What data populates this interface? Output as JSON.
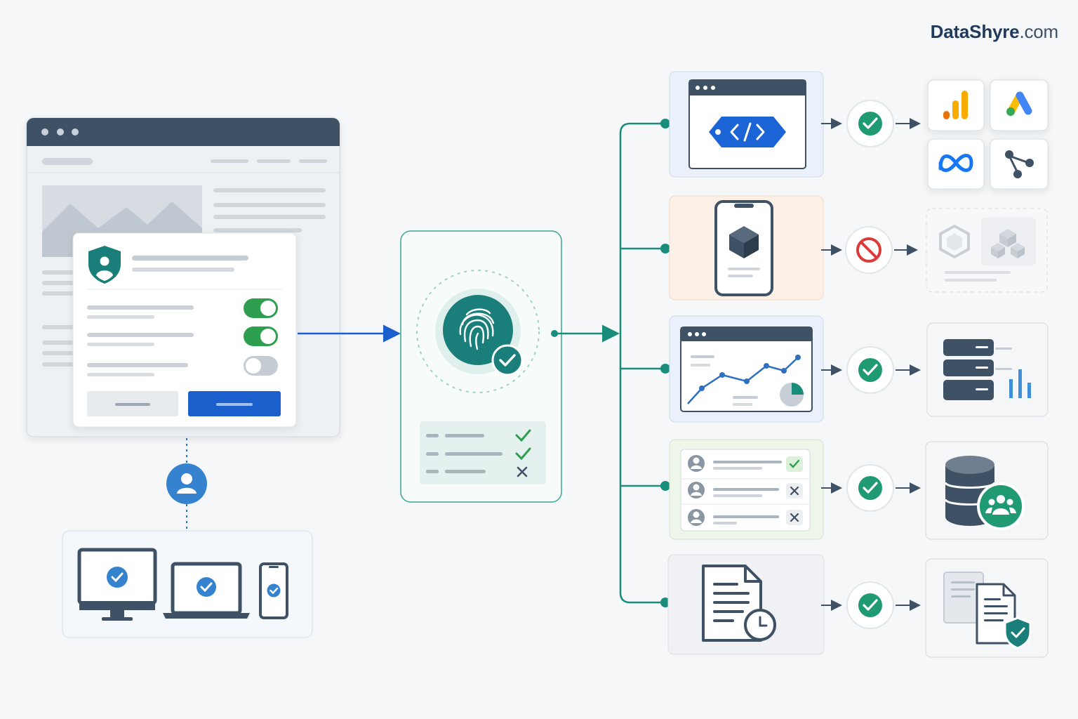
{
  "brand": {
    "name": "DataShyre",
    "suffix": ".com"
  },
  "colors": {
    "background": "#f5f7f9",
    "navy": "#3f5164",
    "teal": "#1a8c7c",
    "green": "#2e9e4f",
    "blue": "#1a5fcc",
    "red": "#d93a3a",
    "muted": "#c6ccd3"
  },
  "consent_banner": {
    "icon": "shield-user-icon",
    "toggles": [
      {
        "state": "on"
      },
      {
        "state": "on"
      },
      {
        "state": "off"
      }
    ],
    "buttons": [
      {
        "role": "secondary"
      },
      {
        "role": "primary"
      }
    ]
  },
  "consent_engine": {
    "icon": "fingerprint-icon",
    "checklist": [
      "allowed",
      "allowed",
      "denied"
    ]
  },
  "destinations": [
    {
      "id": "tag-manager",
      "icon": "code-tag-icon",
      "status": "allowed",
      "targets": [
        "analytics-bars-icon",
        "google-ads-icon",
        "meta-icon",
        "share-nodes-icon"
      ]
    },
    {
      "id": "mobile-sdk",
      "icon": "mobile-cube-icon",
      "status": "blocked",
      "targets": [
        "blocked-sdk-icon",
        "blocked-blocks-icon"
      ]
    },
    {
      "id": "analytics",
      "icon": "line-chart-icon",
      "status": "allowed",
      "targets": [
        "server-stack-icon"
      ]
    },
    {
      "id": "user-preferences",
      "icon": "user-list-icon",
      "status": "allowed",
      "targets": [
        "database-users-icon"
      ]
    },
    {
      "id": "audit-log",
      "icon": "document-clock-icon",
      "status": "allowed",
      "targets": [
        "documents-shield-icon"
      ]
    }
  ],
  "devices": [
    "desktop-icon",
    "laptop-icon",
    "phone-icon"
  ]
}
